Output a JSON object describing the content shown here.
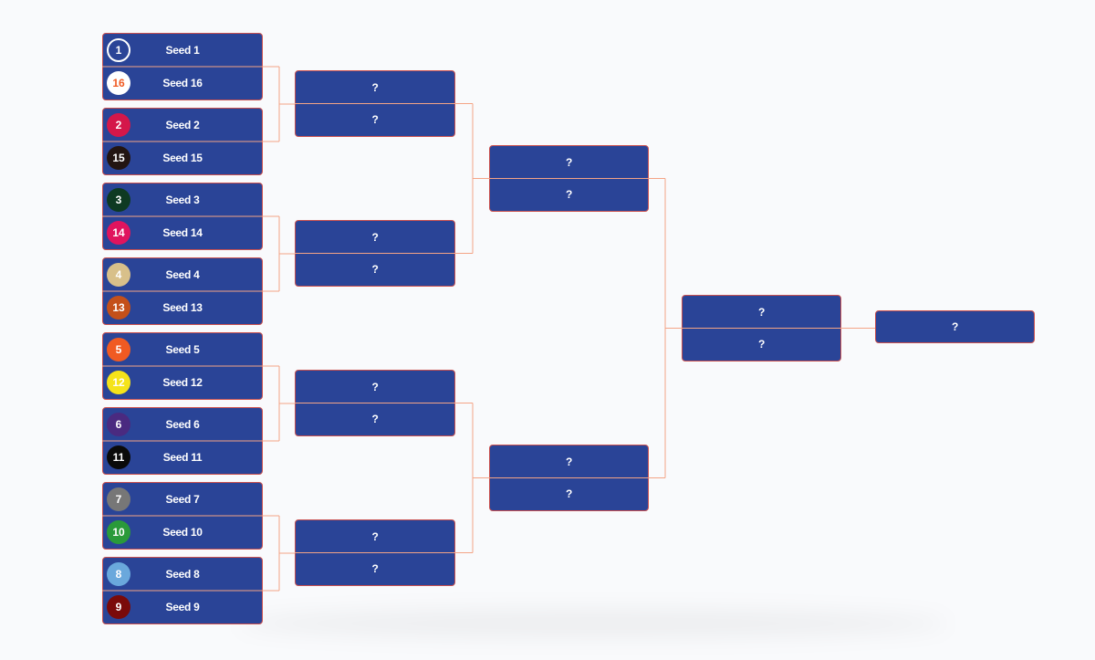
{
  "bracket": {
    "round1": [
      [
        {
          "seed": "1",
          "label": "Seed 1",
          "bg": "transparent",
          "fg": "#ffffff",
          "ring": "#ffffff"
        },
        {
          "seed": "16",
          "label": "Seed 16",
          "bg": "#ffffff",
          "fg": "#f05a22"
        }
      ],
      [
        {
          "seed": "2",
          "label": "Seed 2",
          "bg": "#d4174a",
          "fg": "#ffffff"
        },
        {
          "seed": "15",
          "label": "Seed 15",
          "bg": "#231512",
          "fg": "#ffffff"
        }
      ],
      [
        {
          "seed": "3",
          "label": "Seed 3",
          "bg": "#0e3a22",
          "fg": "#ffffff"
        },
        {
          "seed": "14",
          "label": "Seed 14",
          "bg": "#e0145e",
          "fg": "#ffffff"
        }
      ],
      [
        {
          "seed": "4",
          "label": "Seed 4",
          "bg": "#d8c08a",
          "fg": "#ffffff"
        },
        {
          "seed": "13",
          "label": "Seed 13",
          "bg": "#c4501a",
          "fg": "#ffffff"
        }
      ],
      [
        {
          "seed": "5",
          "label": "Seed 5",
          "bg": "#f05a22",
          "fg": "#ffffff"
        },
        {
          "seed": "12",
          "label": "Seed 12",
          "bg": "#f5e31a",
          "fg": "#ffffff"
        }
      ],
      [
        {
          "seed": "6",
          "label": "Seed 6",
          "bg": "#4a2a80",
          "fg": "#ffffff"
        },
        {
          "seed": "11",
          "label": "Seed 11",
          "bg": "#0a0a0a",
          "fg": "#ffffff"
        }
      ],
      [
        {
          "seed": "7",
          "label": "Seed 7",
          "bg": "#777777",
          "fg": "#ffffff"
        },
        {
          "seed": "10",
          "label": "Seed 10",
          "bg": "#2a9a3a",
          "fg": "#ffffff"
        }
      ],
      [
        {
          "seed": "8",
          "label": "Seed 8",
          "bg": "#6aa8dc",
          "fg": "#ffffff"
        },
        {
          "seed": "9",
          "label": "Seed 9",
          "bg": "#7a0a0a",
          "fg": "#ffffff"
        }
      ]
    ],
    "round2": [
      [
        "?",
        "?"
      ],
      [
        "?",
        "?"
      ],
      [
        "?",
        "?"
      ],
      [
        "?",
        "?"
      ]
    ],
    "round3": [
      [
        "?",
        "?"
      ],
      [
        "?",
        "?"
      ]
    ],
    "round4": [
      [
        "?",
        "?"
      ]
    ],
    "champion": "?"
  },
  "colors": {
    "box": "#2a4497",
    "border": "#c9504f",
    "connector": "#f4a486",
    "background": "#f9fafc"
  }
}
